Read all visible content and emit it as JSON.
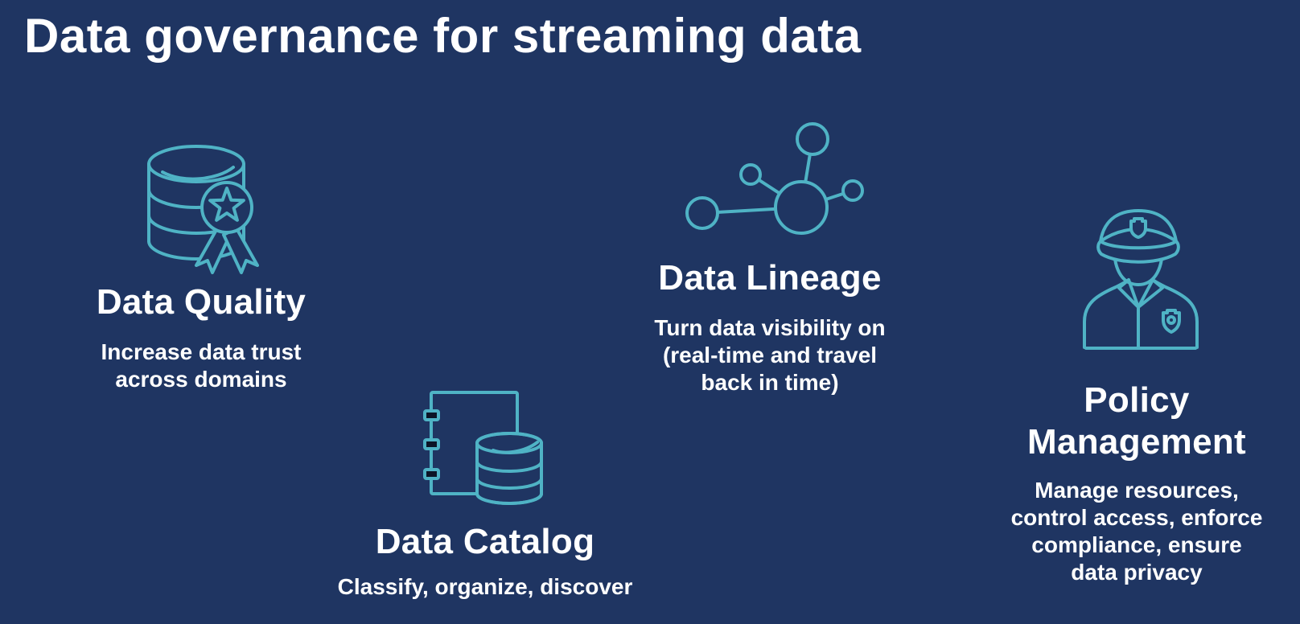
{
  "slide": {
    "title": "Data governance for streaming data"
  },
  "colors": {
    "background": "#1F3562",
    "accent": "#4FB3C5",
    "text": "#FFFFFF",
    "binder_ring_fill": "#0C1526"
  },
  "sections": {
    "data_quality": {
      "title": "Data Quality",
      "icon": "database-award-icon",
      "desc": [
        "Increase data trust",
        "across domains"
      ]
    },
    "data_lineage": {
      "title": "Data Lineage",
      "icon": "network-nodes-icon",
      "desc": [
        "Turn data visibility on",
        "(real-time and travel",
        "back in time)"
      ]
    },
    "data_catalog": {
      "title": "Data Catalog",
      "icon": "catalog-database-icon",
      "desc": [
        "Classify, organize, discover"
      ]
    },
    "policy_management": {
      "title_lines": [
        "Policy",
        "Management"
      ],
      "icon": "police-officer-icon",
      "desc": [
        "Manage resources,",
        "control access, enforce",
        "compliance, ensure",
        "data privacy"
      ]
    }
  }
}
